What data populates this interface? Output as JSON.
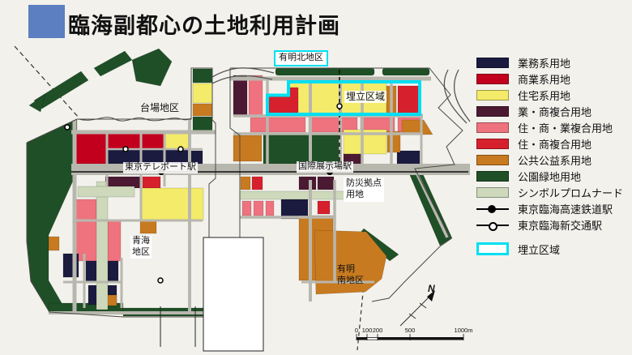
{
  "title": {
    "text": "臨海副都心の土地利用計画"
  },
  "colors": {
    "business": "#1b1b40",
    "commercial": "#c2001e",
    "residential": "#f3eb69",
    "mixed_biz_com": "#4b1a32",
    "mixed_res_com_biz": "#ee737e",
    "mixed_res_com": "#d7202d",
    "public": "#c87a20",
    "park": "#1f4f26",
    "promenade": "#cdd9ba",
    "reclaim": "#00dff2",
    "road": "#b8b7ae",
    "coast": "#4a4a46",
    "rail": "#111111",
    "background": "#f2f1ec",
    "title_square": "#5b7fc0"
  },
  "map": {
    "labels": {
      "ariake_north": "有明北地区",
      "reclaim": "埋立区域",
      "daiba": "台場地区",
      "teleport_station": "東京テレポート駅",
      "kokusai_station": "国際展示場駅",
      "disaster1": "防災拠点",
      "disaster2": "用地",
      "aomi1": "青海",
      "aomi2": "地区",
      "ariake_south1": "有明",
      "ariake_south2": "南地区",
      "north": "N"
    },
    "scale_ticks": [
      "0",
      "100",
      "200",
      "500",
      "1000m"
    ]
  },
  "legend": {
    "items": [
      {
        "label": "業務系用地",
        "color": "#1b1b40",
        "type": "swatch"
      },
      {
        "label": "商業系用地",
        "color": "#c2001e",
        "type": "swatch"
      },
      {
        "label": "住宅系用地",
        "color": "#f3eb69",
        "type": "swatch"
      },
      {
        "label": "業・商複合用地",
        "color": "#4b1a32",
        "type": "swatch"
      },
      {
        "label": "住・商・業複合用地",
        "color": "#ee737e",
        "type": "swatch"
      },
      {
        "label": "住・商複合用地",
        "color": "#d7202d",
        "type": "swatch"
      },
      {
        "label": "公共公益系用地",
        "color": "#c87a20",
        "type": "swatch"
      },
      {
        "label": "公園緑地用地",
        "color": "#1f4f26",
        "type": "swatch"
      },
      {
        "label": "シンボルプロムナード",
        "color": "#cdd9ba",
        "type": "swatch"
      },
      {
        "label": "東京臨海高速鉄道駅",
        "type": "station-filled"
      },
      {
        "label": "東京臨海新交通駅",
        "type": "station-open"
      },
      {
        "label": "埋立区域",
        "color": "#00dff2",
        "type": "reclaim-box"
      }
    ]
  }
}
